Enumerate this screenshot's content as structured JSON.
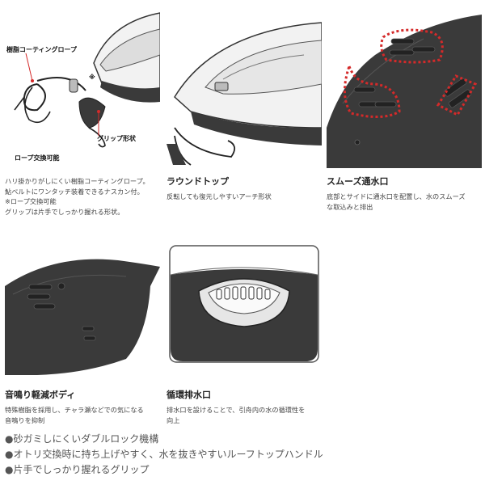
{
  "rope": {
    "label_coating": "樹脂コーティングロープ",
    "label_mark": "※",
    "label_grip": "グリップ形状",
    "label_exchange": "ロープ交換可能",
    "desc": [
      "ハリ掛かりがしにくい樹脂コーティングロープ。",
      "鮎ベルトにワンタッチ装着できるナスカン付。",
      "※ロープ交換可能",
      "グリップは片手でしっかり握れる形状。"
    ]
  },
  "round_top": {
    "title": "ラウンドトップ",
    "desc": [
      "反転しても復元しやすいアーチ形状"
    ]
  },
  "smooth_flow": {
    "title": "スムーズ通水口",
    "desc": [
      "底部とサイドに通水口を配置し、水のスムーズ",
      "な取込みと排出"
    ]
  },
  "quiet_body": {
    "title": "音鳴り軽減ボディ",
    "desc": [
      "特殊樹脂を採用し、チャラ瀬などでの気になる",
      "音鳴りを抑制"
    ]
  },
  "circulation": {
    "title": "循環排水口",
    "desc": [
      "排水口を設けることで、引舟内の水の循環性を",
      "向上"
    ]
  },
  "features": [
    "●砂ガミしにくいダブルロック機構",
    "●オトリ交換時に持ち上げやすく、水を抜きやすいルーフトップハンドル",
    "●片手でしっかり握れるグリップ"
  ],
  "colors": {
    "body": "#3a3a3a",
    "highlight": "#d42a2a",
    "shell": "#f2f2f2"
  }
}
